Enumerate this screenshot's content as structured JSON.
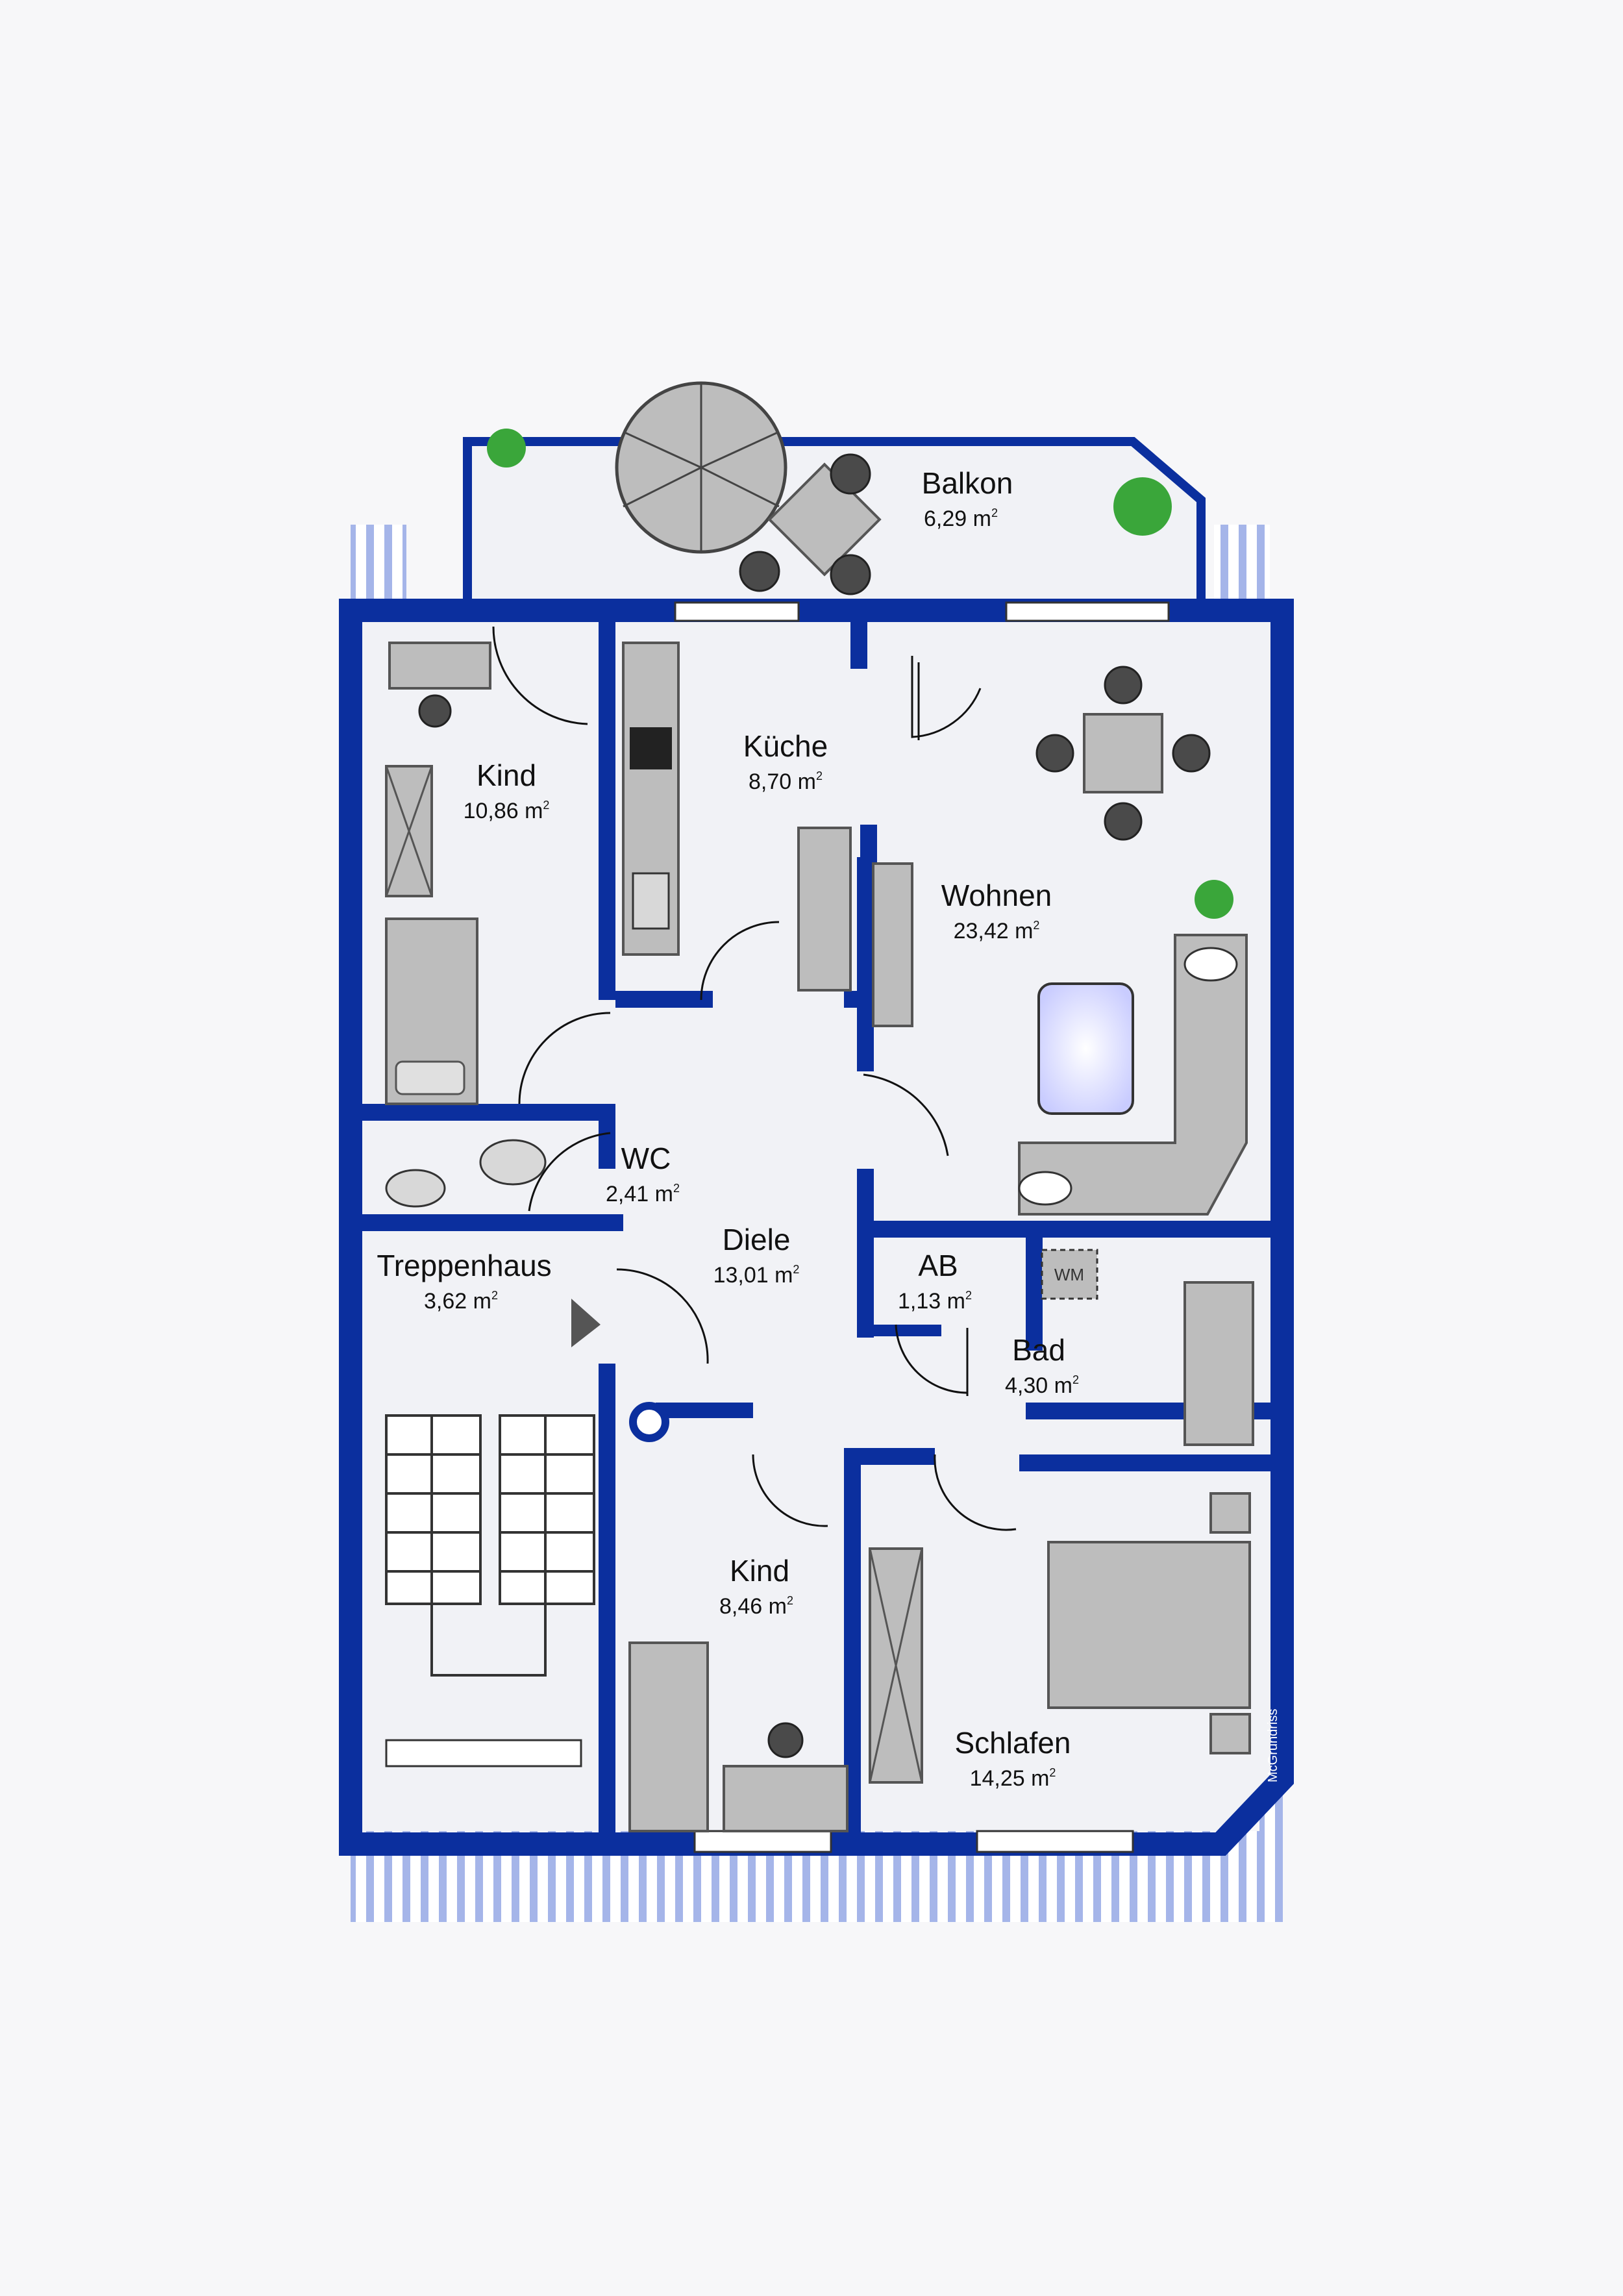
{
  "rooms": {
    "balkon": {
      "name": "Balkon",
      "area": "6,29 m"
    },
    "kind1": {
      "name": "Kind",
      "area": "10,86 m"
    },
    "kueche": {
      "name": "Küche",
      "area": "8,70 m"
    },
    "wohnen": {
      "name": "Wohnen",
      "area": "23,42 m"
    },
    "wc": {
      "name": "WC",
      "area": "2,41 m"
    },
    "diele": {
      "name": "Diele",
      "area": "13,01 m"
    },
    "ab": {
      "name": "AB",
      "area": "1,13 m"
    },
    "treppenhaus": {
      "name": "Treppenhaus",
      "area": "3,62 m"
    },
    "bad": {
      "name": "Bad",
      "area": "4,30 m"
    },
    "kind2": {
      "name": "Kind",
      "area": "8,46 m"
    },
    "schlafen": {
      "name": "Schlafen",
      "area": "14,25 m"
    }
  },
  "area_superscript": "2",
  "appliance_label": "WM",
  "credit": "McGrundriss",
  "colors": {
    "wall": "#0b2f9e",
    "floor": "#f1f2f6",
    "furniture": "#bdbdbd"
  }
}
